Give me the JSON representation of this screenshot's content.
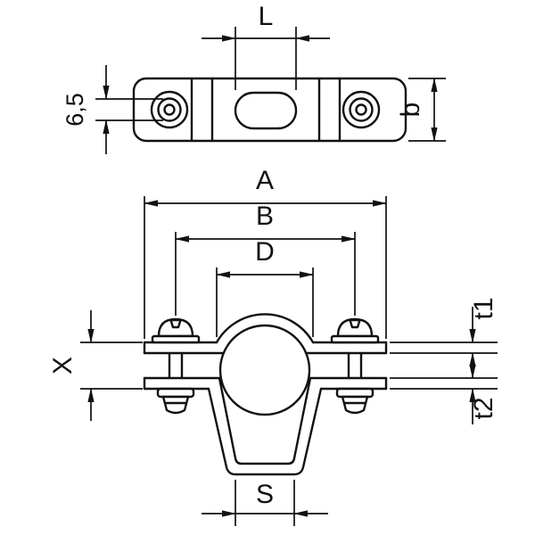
{
  "drawing": {
    "type": "technical-dimension-drawing",
    "views": [
      "top-view",
      "front-view"
    ]
  },
  "top_view": {
    "dim_slot_width": "L",
    "dim_hole": "6,5",
    "dim_height": "b"
  },
  "front_view": {
    "dim_overall": "A",
    "dim_bolt_spacing": "B",
    "dim_saddle": "D",
    "dim_offset": "X",
    "dim_thickness_top": "t1",
    "dim_thickness_base": "t2",
    "dim_base_width": "S"
  },
  "colors": {
    "line": "#111111",
    "background": "#ffffff"
  }
}
